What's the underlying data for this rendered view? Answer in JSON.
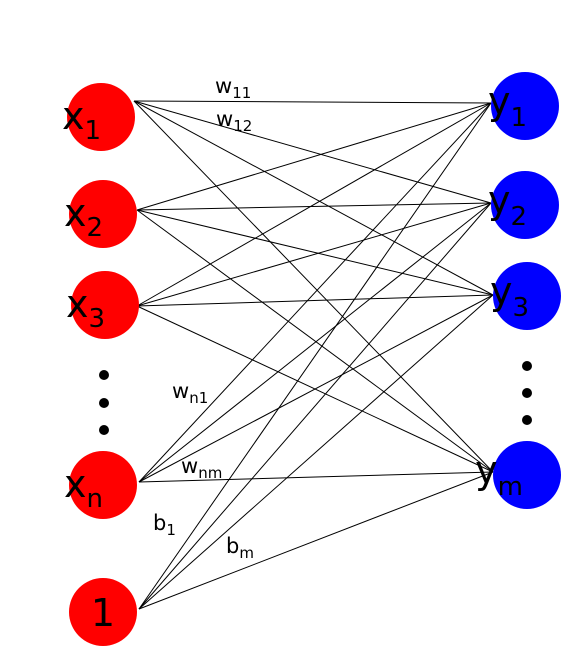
{
  "inputs": [
    {
      "id": "x1",
      "base": "x",
      "sub": "1",
      "color": "#ff0000"
    },
    {
      "id": "x2",
      "base": "x",
      "sub": "2",
      "color": "#ff0000"
    },
    {
      "id": "x3",
      "base": "x",
      "sub": "3",
      "color": "#ff0000"
    },
    {
      "id": "xn",
      "base": "x",
      "sub": "n",
      "color": "#ff0000"
    },
    {
      "id": "bias",
      "base": "1",
      "sub": "",
      "color": "#ff0000"
    }
  ],
  "outputs": [
    {
      "id": "y1",
      "base": "y",
      "sub": "1",
      "color": "#0000ff"
    },
    {
      "id": "y2",
      "base": "y",
      "sub": "2",
      "color": "#0000ff"
    },
    {
      "id": "y3",
      "base": "y",
      "sub": "3",
      "color": "#0000ff"
    },
    {
      "id": "ym",
      "base": "y",
      "sub": "m",
      "color": "#0000ff"
    }
  ],
  "edge_labels": [
    {
      "id": "w11",
      "base": "w",
      "sub": "11"
    },
    {
      "id": "w12",
      "base": "w",
      "sub": "12"
    },
    {
      "id": "wn1",
      "base": "w",
      "sub": "n1"
    },
    {
      "id": "wnm",
      "base": "w",
      "sub": "nm"
    },
    {
      "id": "b1",
      "base": "b",
      "sub": "1"
    },
    {
      "id": "bm",
      "base": "b",
      "sub": "m"
    }
  ],
  "ellipsis": "⋮"
}
